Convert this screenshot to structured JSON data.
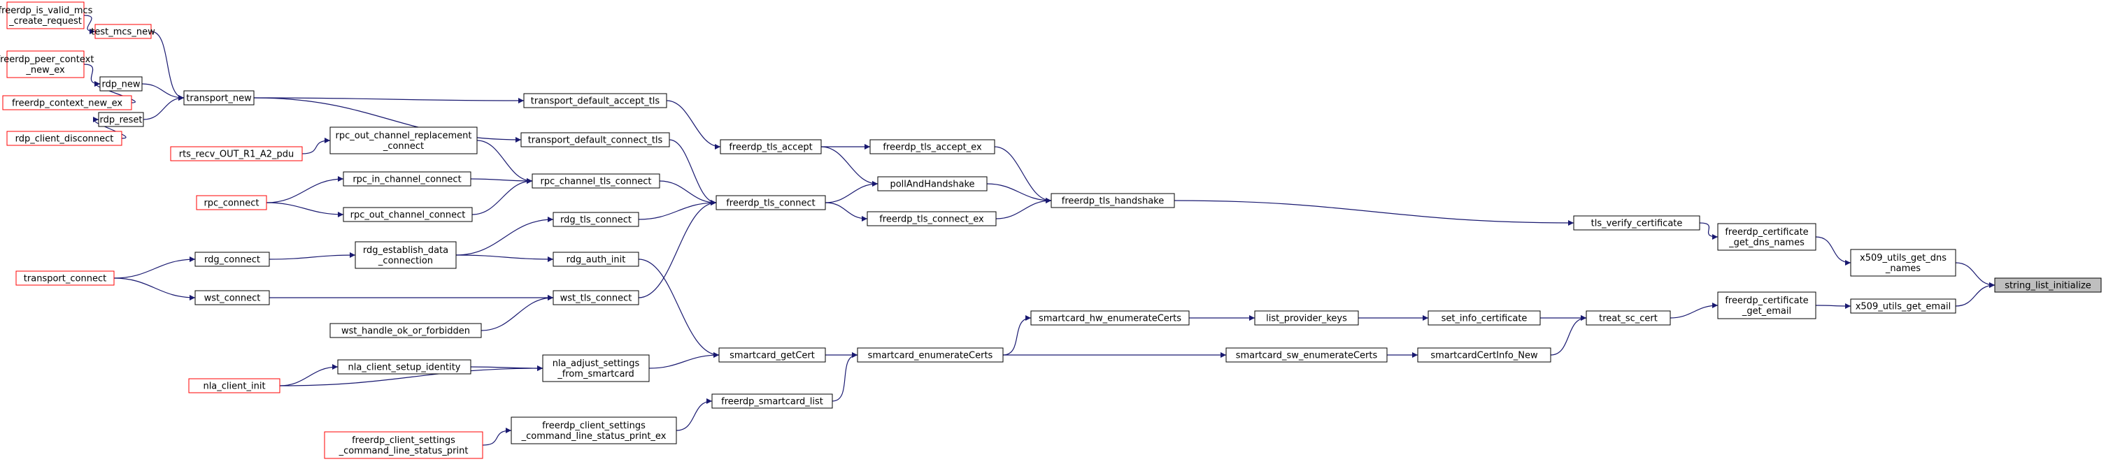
{
  "colors": {
    "node_border": "#000000",
    "leaf_border": "#ff0000",
    "focus_fill": "#bfbfbf",
    "edge": "#191970",
    "background": "#ffffff"
  },
  "focus_node": "string_list_initialize",
  "nodes": [
    {
      "id": "freerdp_is_valid_mcs_create_request",
      "lines": [
        "freerdp_is_valid_mcs",
        "_create_request"
      ],
      "kind": "leaf"
    },
    {
      "id": "test_mcs_new",
      "lines": [
        "test_mcs_new"
      ],
      "kind": "leaf"
    },
    {
      "id": "freerdp_peer_context_new_ex",
      "lines": [
        "freerdp_peer_context",
        "_new_ex"
      ],
      "kind": "leaf"
    },
    {
      "id": "freerdp_context_new_ex",
      "lines": [
        "freerdp_context_new_ex"
      ],
      "kind": "leaf"
    },
    {
      "id": "rdp_new",
      "lines": [
        "rdp_new"
      ],
      "kind": "normal"
    },
    {
      "id": "rdp_client_disconnect",
      "lines": [
        "rdp_client_disconnect"
      ],
      "kind": "leaf"
    },
    {
      "id": "rdp_reset",
      "lines": [
        "rdp_reset"
      ],
      "kind": "normal"
    },
    {
      "id": "transport_new",
      "lines": [
        "transport_new"
      ],
      "kind": "normal"
    },
    {
      "id": "rts_recv_OUT_R1_A2_pdu",
      "lines": [
        "rts_recv_OUT_R1_A2_pdu"
      ],
      "kind": "leaf"
    },
    {
      "id": "rpc_out_channel_replacement_connect",
      "lines": [
        "rpc_out_channel_replacement",
        "_connect"
      ],
      "kind": "normal"
    },
    {
      "id": "rpc_connect",
      "lines": [
        "rpc_connect"
      ],
      "kind": "leaf"
    },
    {
      "id": "rpc_in_channel_connect",
      "lines": [
        "rpc_in_channel_connect"
      ],
      "kind": "normal"
    },
    {
      "id": "rpc_out_channel_connect",
      "lines": [
        "rpc_out_channel_connect"
      ],
      "kind": "normal"
    },
    {
      "id": "transport_connect",
      "lines": [
        "transport_connect"
      ],
      "kind": "leaf"
    },
    {
      "id": "rdg_connect",
      "lines": [
        "rdg_connect"
      ],
      "kind": "normal"
    },
    {
      "id": "wst_connect",
      "lines": [
        "wst_connect"
      ],
      "kind": "normal"
    },
    {
      "id": "rdg_establish_data_connection",
      "lines": [
        "rdg_establish_data",
        "_connection"
      ],
      "kind": "normal"
    },
    {
      "id": "wst_handle_ok_or_forbidden",
      "lines": [
        "wst_handle_ok_or_forbidden"
      ],
      "kind": "normal"
    },
    {
      "id": "nla_client_init",
      "lines": [
        "nla_client_init"
      ],
      "kind": "leaf"
    },
    {
      "id": "nla_client_setup_identity",
      "lines": [
        "nla_client_setup_identity"
      ],
      "kind": "normal"
    },
    {
      "id": "freerdp_client_settings_command_line_status_print",
      "lines": [
        "freerdp_client_settings",
        "_command_line_status_print"
      ],
      "kind": "leaf"
    },
    {
      "id": "freerdp_client_settings_command_line_status_print_ex",
      "lines": [
        "freerdp_client_settings",
        "_command_line_status_print_ex"
      ],
      "kind": "normal"
    },
    {
      "id": "transport_default_accept_tls",
      "lines": [
        "transport_default_accept_tls"
      ],
      "kind": "normal"
    },
    {
      "id": "transport_default_connect_tls",
      "lines": [
        "transport_default_connect_tls"
      ],
      "kind": "normal"
    },
    {
      "id": "rpc_channel_tls_connect",
      "lines": [
        "rpc_channel_tls_connect"
      ],
      "kind": "normal"
    },
    {
      "id": "rdg_tls_connect",
      "lines": [
        "rdg_tls_connect"
      ],
      "kind": "normal"
    },
    {
      "id": "rdg_auth_init",
      "lines": [
        "rdg_auth_init"
      ],
      "kind": "normal"
    },
    {
      "id": "wst_tls_connect",
      "lines": [
        "wst_tls_connect"
      ],
      "kind": "normal"
    },
    {
      "id": "nla_adjust_settings_from_smartcard",
      "lines": [
        "nla_adjust_settings",
        "_from_smartcard"
      ],
      "kind": "normal"
    },
    {
      "id": "freerdp_tls_accept",
      "lines": [
        "freerdp_tls_accept"
      ],
      "kind": "normal"
    },
    {
      "id": "freerdp_tls_connect",
      "lines": [
        "freerdp_tls_connect"
      ],
      "kind": "normal"
    },
    {
      "id": "smartcard_getCert",
      "lines": [
        "smartcard_getCert"
      ],
      "kind": "normal"
    },
    {
      "id": "freerdp_smartcard_list",
      "lines": [
        "freerdp_smartcard_list"
      ],
      "kind": "normal"
    },
    {
      "id": "freerdp_tls_accept_ex",
      "lines": [
        "freerdp_tls_accept_ex"
      ],
      "kind": "normal"
    },
    {
      "id": "pollAndHandshake",
      "lines": [
        "pollAndHandshake"
      ],
      "kind": "normal"
    },
    {
      "id": "freerdp_tls_connect_ex",
      "lines": [
        "freerdp_tls_connect_ex"
      ],
      "kind": "normal"
    },
    {
      "id": "smartcard_enumerateCerts",
      "lines": [
        "smartcard_enumerateCerts"
      ],
      "kind": "normal"
    },
    {
      "id": "freerdp_tls_handshake",
      "lines": [
        "freerdp_tls_handshake"
      ],
      "kind": "normal"
    },
    {
      "id": "smartcard_hw_enumerateCerts",
      "lines": [
        "smartcard_hw_enumerateCerts"
      ],
      "kind": "normal"
    },
    {
      "id": "smartcard_sw_enumerateCerts",
      "lines": [
        "smartcard_sw_enumerateCerts"
      ],
      "kind": "normal"
    },
    {
      "id": "list_provider_keys",
      "lines": [
        "list_provider_keys"
      ],
      "kind": "normal"
    },
    {
      "id": "tls_verify_certificate",
      "lines": [
        "tls_verify_certificate"
      ],
      "kind": "normal"
    },
    {
      "id": "set_info_certificate",
      "lines": [
        "set_info_certificate"
      ],
      "kind": "normal"
    },
    {
      "id": "smartcardCertInfo_New",
      "lines": [
        "smartcardCertInfo_New"
      ],
      "kind": "normal"
    },
    {
      "id": "treat_sc_cert",
      "lines": [
        "treat_sc_cert"
      ],
      "kind": "normal"
    },
    {
      "id": "freerdp_certificate_get_dns_names",
      "lines": [
        "freerdp_certificate",
        "_get_dns_names"
      ],
      "kind": "normal"
    },
    {
      "id": "freerdp_certificate_get_email",
      "lines": [
        "freerdp_certificate",
        "_get_email"
      ],
      "kind": "normal"
    },
    {
      "id": "x509_utils_get_dns_names",
      "lines": [
        "x509_utils_get_dns",
        "_names"
      ],
      "kind": "normal"
    },
    {
      "id": "x509_utils_get_email",
      "lines": [
        "x509_utils_get_email"
      ],
      "kind": "normal"
    },
    {
      "id": "string_list_initialize",
      "lines": [
        "string_list_initialize"
      ],
      "kind": "focus"
    }
  ],
  "edges": [
    [
      "freerdp_is_valid_mcs_create_request",
      "test_mcs_new"
    ],
    [
      "test_mcs_new",
      "transport_new"
    ],
    [
      "freerdp_peer_context_new_ex",
      "rdp_new"
    ],
    [
      "freerdp_context_new_ex",
      "rdp_new"
    ],
    [
      "rdp_new",
      "transport_new"
    ],
    [
      "rdp_client_disconnect",
      "rdp_reset"
    ],
    [
      "rdp_reset",
      "transport_new"
    ],
    [
      "transport_new",
      "transport_default_accept_tls"
    ],
    [
      "transport_new",
      "transport_default_connect_tls"
    ],
    [
      "transport_default_accept_tls",
      "freerdp_tls_accept"
    ],
    [
      "transport_default_connect_tls",
      "freerdp_tls_connect"
    ],
    [
      "rts_recv_OUT_R1_A2_pdu",
      "rpc_out_channel_replacement_connect"
    ],
    [
      "rpc_out_channel_replacement_connect",
      "rpc_channel_tls_connect"
    ],
    [
      "rpc_connect",
      "rpc_in_channel_connect"
    ],
    [
      "rpc_connect",
      "rpc_out_channel_connect"
    ],
    [
      "rpc_in_channel_connect",
      "rpc_channel_tls_connect"
    ],
    [
      "rpc_out_channel_connect",
      "rpc_channel_tls_connect"
    ],
    [
      "rpc_channel_tls_connect",
      "freerdp_tls_connect"
    ],
    [
      "transport_connect",
      "rdg_connect"
    ],
    [
      "transport_connect",
      "wst_connect"
    ],
    [
      "rdg_connect",
      "rdg_establish_data_connection"
    ],
    [
      "rdg_establish_data_connection",
      "rdg_tls_connect"
    ],
    [
      "rdg_establish_data_connection",
      "rdg_auth_init"
    ],
    [
      "rdg_tls_connect",
      "freerdp_tls_connect"
    ],
    [
      "rdg_auth_init",
      "smartcard_getCert"
    ],
    [
      "wst_connect",
      "wst_tls_connect"
    ],
    [
      "wst_handle_ok_or_forbidden",
      "wst_tls_connect"
    ],
    [
      "wst_tls_connect",
      "freerdp_tls_connect"
    ],
    [
      "nla_client_init",
      "nla_client_setup_identity"
    ],
    [
      "nla_client_init",
      "nla_adjust_settings_from_smartcard"
    ],
    [
      "nla_client_setup_identity",
      "nla_adjust_settings_from_smartcard"
    ],
    [
      "nla_adjust_settings_from_smartcard",
      "smartcard_getCert"
    ],
    [
      "freerdp_client_settings_command_line_status_print",
      "freerdp_client_settings_command_line_status_print_ex"
    ],
    [
      "freerdp_client_settings_command_line_status_print_ex",
      "freerdp_smartcard_list"
    ],
    [
      "freerdp_tls_accept",
      "freerdp_tls_accept_ex"
    ],
    [
      "freerdp_tls_accept",
      "pollAndHandshake"
    ],
    [
      "freerdp_tls_connect",
      "pollAndHandshake"
    ],
    [
      "freerdp_tls_connect",
      "freerdp_tls_connect_ex"
    ],
    [
      "freerdp_tls_accept_ex",
      "freerdp_tls_handshake"
    ],
    [
      "pollAndHandshake",
      "freerdp_tls_handshake"
    ],
    [
      "freerdp_tls_connect_ex",
      "freerdp_tls_handshake"
    ],
    [
      "freerdp_tls_handshake",
      "tls_verify_certificate"
    ],
    [
      "smartcard_getCert",
      "smartcard_enumerateCerts"
    ],
    [
      "freerdp_smartcard_list",
      "smartcard_enumerateCerts"
    ],
    [
      "smartcard_enumerateCerts",
      "smartcard_hw_enumerateCerts"
    ],
    [
      "smartcard_enumerateCerts",
      "smartcard_sw_enumerateCerts"
    ],
    [
      "smartcard_hw_enumerateCerts",
      "list_provider_keys"
    ],
    [
      "list_provider_keys",
      "set_info_certificate"
    ],
    [
      "smartcard_sw_enumerateCerts",
      "smartcardCertInfo_New"
    ],
    [
      "set_info_certificate",
      "treat_sc_cert"
    ],
    [
      "smartcardCertInfo_New",
      "treat_sc_cert"
    ],
    [
      "tls_verify_certificate",
      "freerdp_certificate_get_dns_names"
    ],
    [
      "treat_sc_cert",
      "freerdp_certificate_get_email"
    ],
    [
      "freerdp_certificate_get_dns_names",
      "x509_utils_get_dns_names"
    ],
    [
      "freerdp_certificate_get_email",
      "x509_utils_get_email"
    ],
    [
      "x509_utils_get_dns_names",
      "string_list_initialize"
    ],
    [
      "x509_utils_get_email",
      "string_list_initialize"
    ]
  ]
}
